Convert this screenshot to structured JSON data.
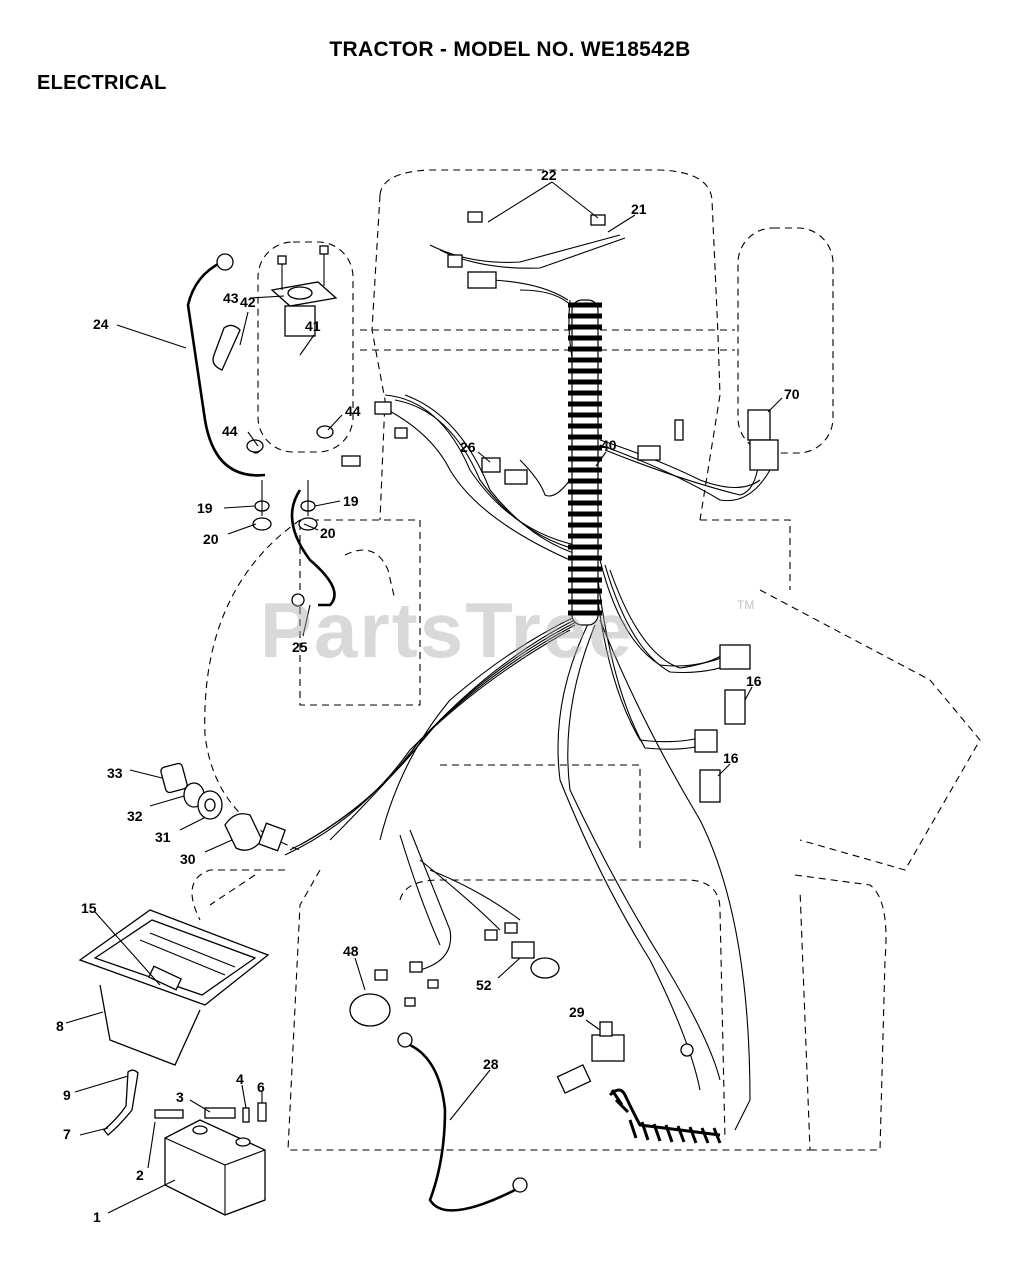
{
  "header": {
    "title": "TRACTOR - MODEL NO. WE18542B",
    "section": "ELECTRICAL"
  },
  "watermark": {
    "text": "PartsTree",
    "trademark": "TM"
  },
  "callouts": {
    "c1": "1",
    "c2": "2",
    "c3": "3",
    "c4": "4",
    "c6": "6",
    "c7": "7",
    "c8": "8",
    "c9": "9",
    "c15": "15",
    "c16a": "16",
    "c16b": "16",
    "c19a": "19",
    "c19b": "19",
    "c20a": "20",
    "c20b": "20",
    "c21": "21",
    "c22": "22",
    "c24": "24",
    "c25": "25",
    "c26": "26",
    "c28": "28",
    "c29": "29",
    "c30": "30",
    "c31": "31",
    "c32": "32",
    "c33": "33",
    "c40": "40",
    "c41": "41",
    "c42": "42",
    "c43": "43",
    "c44a": "44",
    "c44b": "44",
    "c48": "48",
    "c52": "52",
    "c70": "70"
  }
}
